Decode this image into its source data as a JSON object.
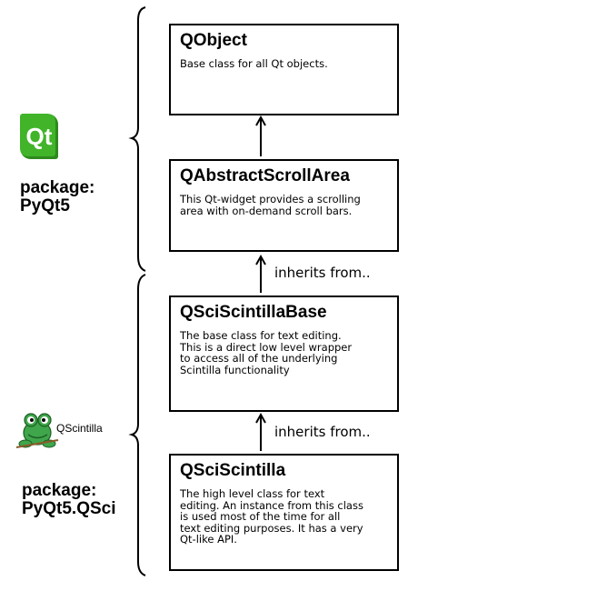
{
  "packages": [
    {
      "logo_text": "Qt",
      "label": "package:\nPyQt5"
    },
    {
      "logo_text": "QScintilla",
      "label": "package:\nPyQt5.QSci"
    }
  ],
  "classes": [
    {
      "title": "QObject",
      "description": "Base class for all Qt objects."
    },
    {
      "title": "QAbstractScrollArea",
      "description": "This Qt-widget provides a scrolling\narea with on-demand scroll bars."
    },
    {
      "title": "QSciScintillaBase",
      "description": "The base class for text editing.\nThis is a direct low level wrapper\nto access all of the underlying\nScintilla functionality"
    },
    {
      "title": "QSciScintilla",
      "description": "The high level class for text\nediting. An instance from this class\nis used most of the time for all\ntext editing purposes. It has a very\nQt-like API."
    }
  ],
  "relations": [
    {
      "label": ""
    },
    {
      "label": "inherits from.."
    },
    {
      "label": "inherits from.."
    }
  ]
}
